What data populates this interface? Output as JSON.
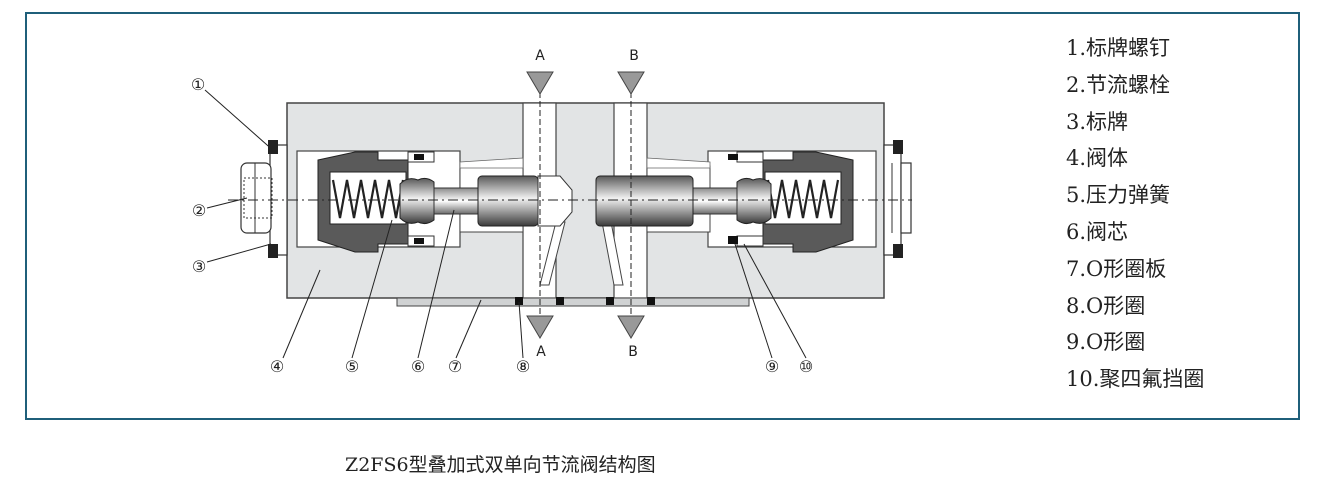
{
  "callouts": [
    "①",
    "②",
    "③",
    "④",
    "⑤",
    "⑥",
    "⑦",
    "⑧",
    "⑨",
    "⑩"
  ],
  "ports": {
    "a_top": "A",
    "b_top": "B",
    "a_bottom": "A",
    "b_bottom": "B"
  },
  "legend": [
    "1.标牌螺钉",
    "2.节流螺栓",
    "3.标牌",
    "4.阀体",
    "5.压力弹簧",
    "6.阀芯",
    "7.O形圈板",
    "8.O形圈",
    "9.O形圈",
    "10.聚四氟挡圈"
  ],
  "caption": "Z2FS6型叠加式双单向节流阀结构图",
  "colors": {
    "frame": "#1f5f7a",
    "body": "#e2e4e5",
    "metal_dark": "#4a4a4a",
    "line": "#333333"
  }
}
